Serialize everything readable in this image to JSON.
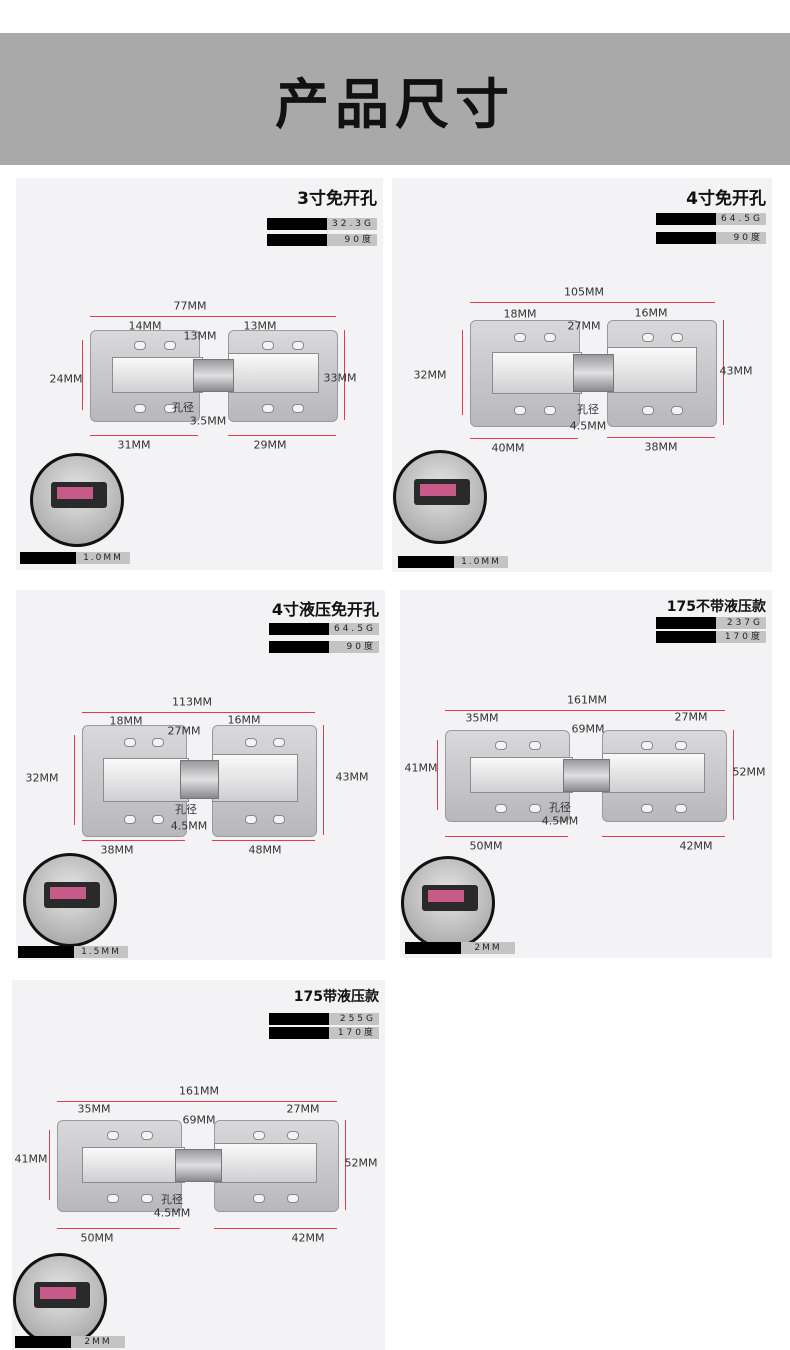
{
  "header": {
    "title": "产品尺寸"
  },
  "panels": [
    {
      "title": "3寸免开孔",
      "weight": "32.3G",
      "angle": "90度",
      "thickness": "1.0MM",
      "dims": [
        "77MM",
        "14MM",
        "13MM",
        "13MM",
        "24MM",
        "33MM",
        "孔径",
        "3.5MM",
        "31MM",
        "29MM"
      ]
    },
    {
      "title": "4寸免开孔",
      "weight": "64.5G",
      "angle": "90度",
      "thickness": "1.0MM",
      "dims": [
        "105MM",
        "18MM",
        "27MM",
        "16MM",
        "32MM",
        "43MM",
        "孔径",
        "4.5MM",
        "40MM",
        "38MM"
      ]
    },
    {
      "title": "4寸液压免开孔",
      "weight": "64.5G",
      "angle": "90度",
      "thickness": "1.5MM",
      "dims": [
        "113MM",
        "18MM",
        "27MM",
        "16MM",
        "32MM",
        "43MM",
        "孔径",
        "4.5MM",
        "38MM",
        "48MM"
      ]
    },
    {
      "title": "175不带液压款",
      "weight": "237G",
      "angle": "170度",
      "thickness": "2MM",
      "dims": [
        "161MM",
        "35MM",
        "69MM",
        "27MM",
        "41MM",
        "52MM",
        "孔径",
        "4.5MM",
        "50MM",
        "42MM"
      ]
    },
    {
      "title": "175带液压款",
      "weight": "255G",
      "angle": "170度",
      "thickness": "2MM",
      "dims": [
        "161MM",
        "35MM",
        "69MM",
        "27MM",
        "41MM",
        "52MM",
        "孔径",
        "4.5MM",
        "50MM",
        "42MM"
      ]
    }
  ],
  "colors": {
    "dimension_line": "#e53b4a",
    "header_bg": "#a9a9a9"
  }
}
